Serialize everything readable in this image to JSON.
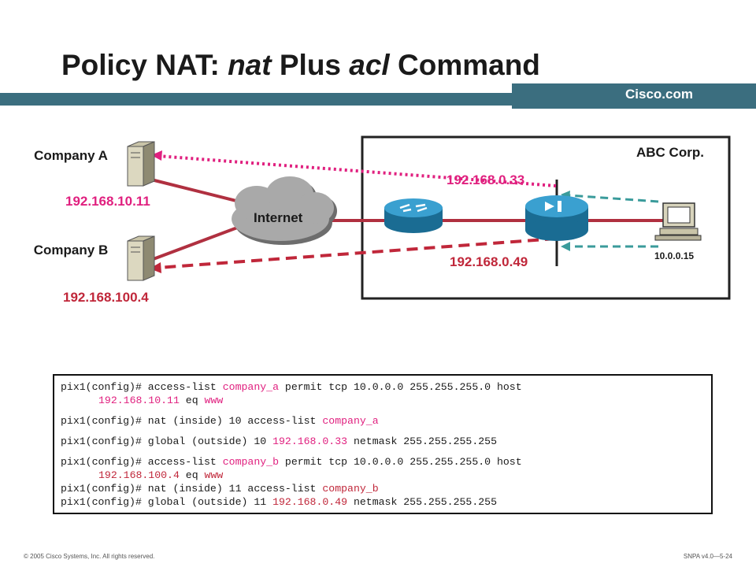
{
  "title": {
    "part1": "Policy NAT: ",
    "part2": "nat",
    "part3": " Plus ",
    "part4": "acl",
    "part5": " Command"
  },
  "brand": "Cisco.com",
  "diagram": {
    "company_a": "Company A",
    "company_b": "Company B",
    "company_a_ip": "192.168.10.11",
    "company_b_ip": "192.168.100.4",
    "internet": "Internet",
    "abc": "ABC Corp.",
    "global_a": "192.168.0.33",
    "global_b": "192.168.0.49",
    "host_ip": "10.0.0.15"
  },
  "code": {
    "l1a": "pix1(config)# access-list ",
    "l1b": "company_a",
    "l1c": " permit tcp 10.0.0.0 255.255.255.0 host",
    "l1d": "192.168.10.11",
    "l1e": " eq ",
    "l1f": "www",
    "l2a": "pix1(config)# nat (inside) 10 access-list ",
    "l2b": "company_a",
    "l3a": "pix1(config)# global (outside) 10 ",
    "l3b": "192.168.0.33",
    "l3c": " netmask 255.255.255.255",
    "l4a": "pix1(config)# access-list ",
    "l4b": "company_b",
    "l4c": " permit tcp 10.0.0.0 255.255.255.0 host",
    "l4d": "192.168.100.4",
    "l4e": " eq ",
    "l4f": "www",
    "l5a": "pix1(config)# nat (inside) 11 access-list ",
    "l5b": "company_b",
    "l6a": "pix1(config)# global (outside) 11 ",
    "l6b": "192.168.0.49",
    "l6c": " netmask 255.255.255.255"
  },
  "footer": {
    "copyright": "© 2005 Cisco Systems, Inc. All rights reserved.",
    "course": "SNPA v4.0—5-24"
  },
  "colors": {
    "accent_magenta": "#e0207f",
    "accent_red": "#c0273a",
    "band": "#3b6e7f",
    "teal_arrow": "#3a9b9b"
  }
}
